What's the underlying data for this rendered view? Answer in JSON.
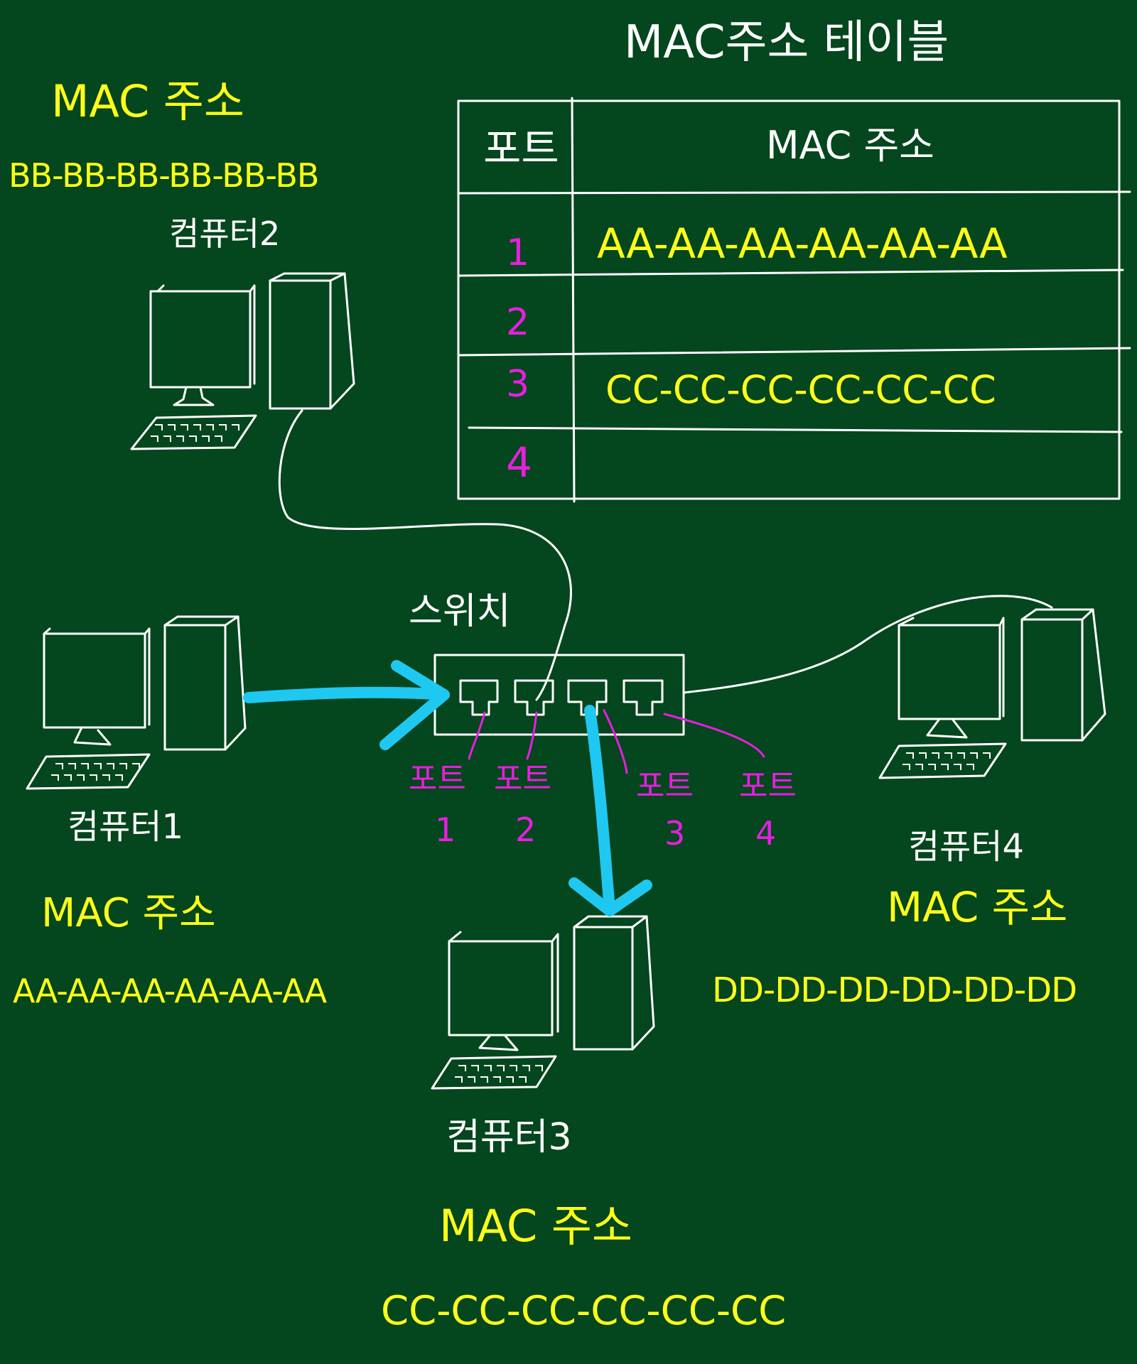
{
  "table": {
    "title": "MAC주소 테이블",
    "header": {
      "port": "포트",
      "mac": "MAC 주소"
    },
    "rows": [
      {
        "port": "1",
        "mac": "AA-AA-AA-AA-AA-AA"
      },
      {
        "port": "2",
        "mac": ""
      },
      {
        "port": "3",
        "mac": "CC-CC-CC-CC-CC-CC"
      },
      {
        "port": "4",
        "mac": ""
      }
    ]
  },
  "switch": {
    "label": "스위치",
    "ports": [
      {
        "label": "포트",
        "num": "1"
      },
      {
        "label": "포트",
        "num": "2"
      },
      {
        "label": "포트",
        "num": "3"
      },
      {
        "label": "포트",
        "num": "4"
      }
    ]
  },
  "computers": {
    "pc1": {
      "name": "컴퓨터1",
      "mac_label": "MAC 주소",
      "mac": "AA-AA-AA-AA-AA-AA"
    },
    "pc2": {
      "name": "컴퓨터2",
      "mac_label": "MAC 주소",
      "mac": "BB-BB-BB-BB-BB-BB"
    },
    "pc3": {
      "name": "컴퓨터3",
      "mac_label": "MAC 주소",
      "mac": "CC-CC-CC-CC-CC-CC"
    },
    "pc4": {
      "name": "컴퓨터4",
      "mac_label": "MAC 주소",
      "mac": "DD-DD-DD-DD-DD-DD"
    }
  },
  "colors": {
    "background": "#04461d",
    "chalk_white": "#ffffff",
    "chalk_yellow": "#ffff1a",
    "chalk_magenta": "#e81ee0",
    "arrow_cyan": "#1fc8f0"
  }
}
